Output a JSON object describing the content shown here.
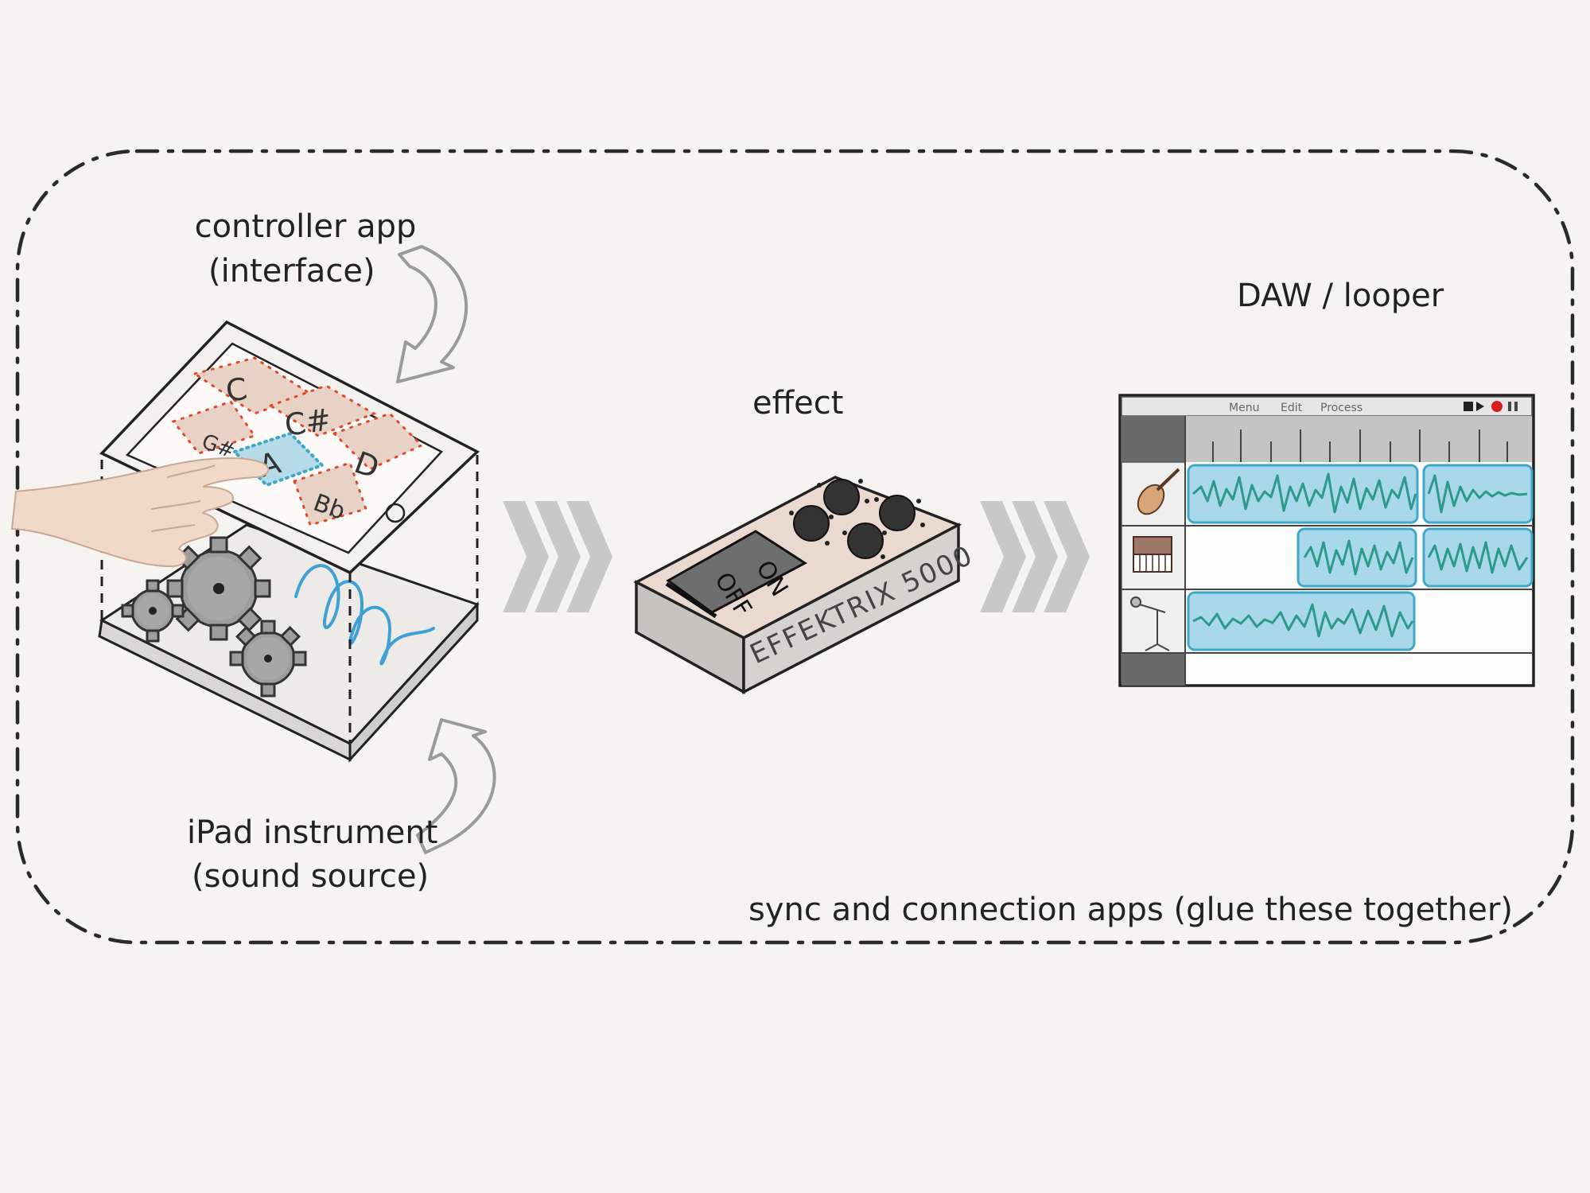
{
  "labels": {
    "controller_line1": "controller app",
    "controller_line2": "(interface)",
    "instrument_line1": "iPad instrument",
    "instrument_line2": "(sound source)",
    "effect": "effect",
    "daw": "DAW / looper",
    "sync": "sync and connection apps (glue these together)"
  },
  "ipad_keys": [
    "C",
    "C#",
    "D",
    "G#",
    "A",
    "Bb"
  ],
  "pedal": {
    "switch_on": "ON",
    "switch_off": "OFF",
    "brand": "EFFEKTRIX 5000"
  },
  "daw_menu": [
    "Menu",
    "Edit",
    "Process"
  ],
  "daw_tracks": [
    "violin-icon",
    "keyboard-icon",
    "microphone-icon"
  ],
  "colors": {
    "background": "#f5f4f1",
    "key_highlight": "#3fa7c7",
    "key_dots": "#e04a2a",
    "waveform": "#2c9a8a",
    "clip": "#9ed3e6",
    "arrow_chevron": "#c8c8c8",
    "record": "#d81c1c"
  }
}
